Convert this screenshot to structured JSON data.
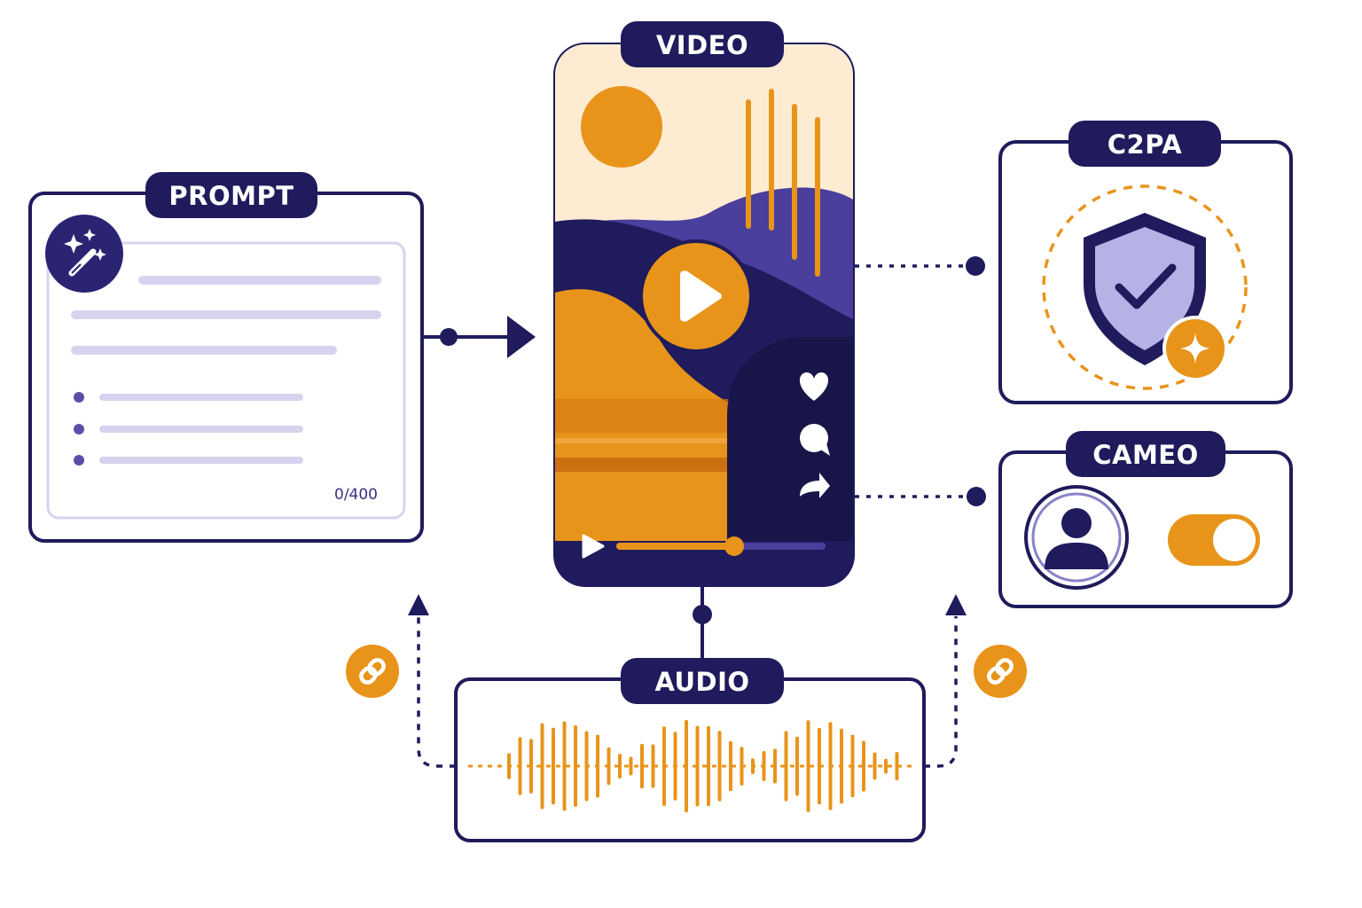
{
  "labels": {
    "prompt": "PROMPT",
    "video": "VIDEO",
    "c2pa": "C2PA",
    "cameo": "CAMEO",
    "audio": "AUDIO"
  },
  "prompt": {
    "char_counter": "0/400",
    "icon": "magic-wand-icon"
  },
  "video": {
    "icons": [
      "play-icon",
      "heart-icon",
      "comment-icon",
      "share-icon"
    ],
    "progress": 0.5
  },
  "c2pa": {
    "icon": "shield-check-icon"
  },
  "cameo": {
    "icon": "user-avatar-icon",
    "toggle_on": true
  },
  "audio": {
    "icon": "waveform-icon"
  },
  "link_icons": [
    "link-icon",
    "link-icon"
  ],
  "colors": {
    "navy": "#1f1b5c",
    "orange": "#e8941a",
    "lavender": "#d7d3ef",
    "purple": "#4a3f9c"
  }
}
